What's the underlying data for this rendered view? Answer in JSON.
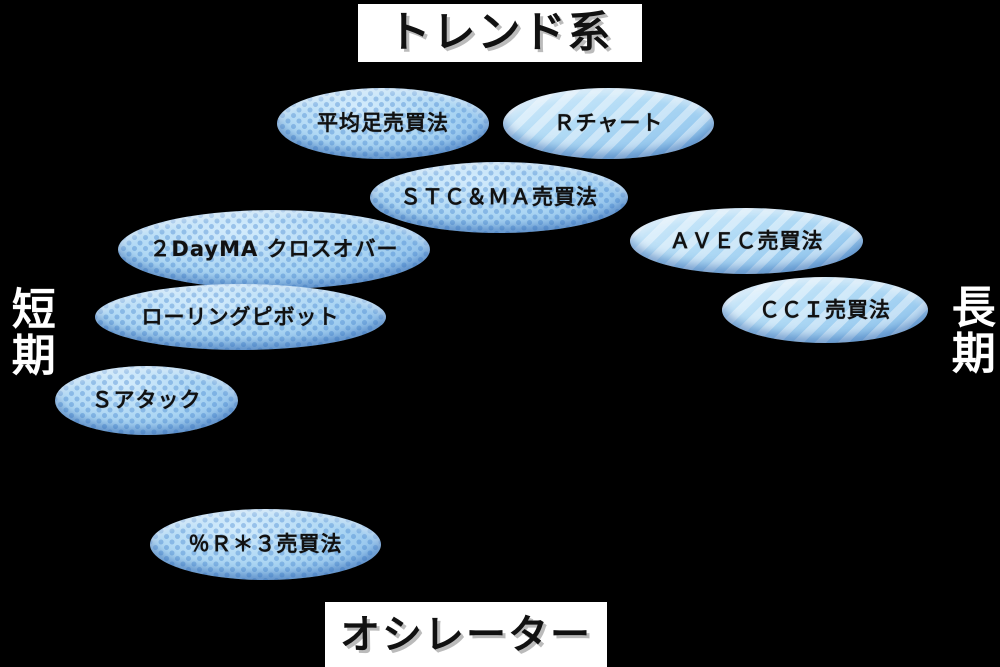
{
  "diagram": {
    "axis_labels": {
      "top": "トレンド系",
      "bottom": "オシレーター",
      "left": "短期",
      "right": "長期"
    },
    "nodes": [
      {
        "label": "平均足売買法",
        "pattern": "dots"
      },
      {
        "label": "Ｒチャート",
        "pattern": "stripes"
      },
      {
        "label": "ＳＴＣ＆ＭＡ売買法",
        "pattern": "dots"
      },
      {
        "label": "２DayMA クロスオバー",
        "pattern": "dots"
      },
      {
        "label": "ＡＶＥＣ売買法",
        "pattern": "stripes"
      },
      {
        "label": "ローリングピボット",
        "pattern": "dots"
      },
      {
        "label": "ＣＣＩ売買法",
        "pattern": "stripes"
      },
      {
        "label": "Ｓアタック",
        "pattern": "dots"
      },
      {
        "label": "％Ｒ＊３売買法",
        "pattern": "dots"
      }
    ]
  },
  "colors": {
    "background": "#000000",
    "title_box_bg": "#ffffff",
    "title_text": "#111111",
    "side_label_text": "#ffffff",
    "node_text": "#111111",
    "node_blue_light": "#d4ecfc",
    "node_blue_mid": "#aad5f3",
    "node_blue_dark": "#7bb0e5"
  }
}
